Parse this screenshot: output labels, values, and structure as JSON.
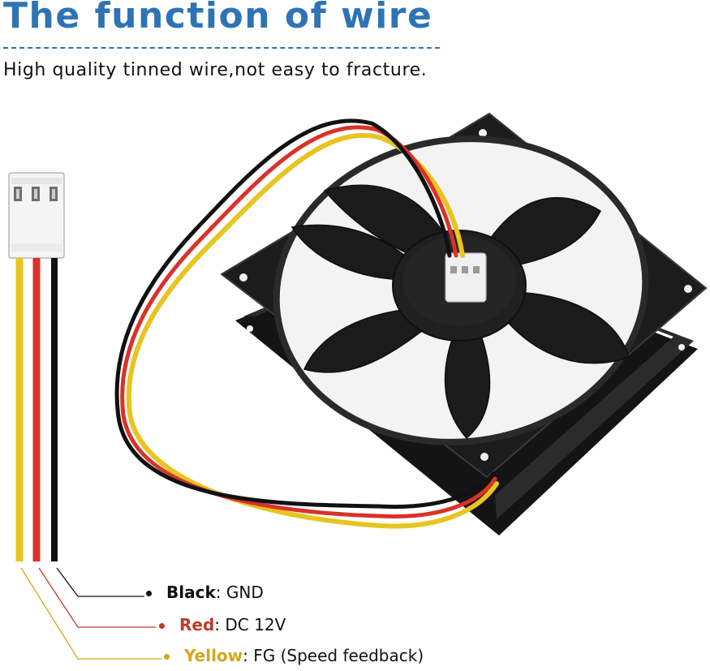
{
  "header": {
    "title": "The function of wire",
    "subtitle": "High quality tinned wire,not easy to fracture."
  },
  "legend": [
    {
      "name": "Black",
      "desc": "GND",
      "color": "#111111"
    },
    {
      "name": "Red",
      "desc": "DC 12V",
      "color": "#c0392b"
    },
    {
      "name": "Yellow",
      "desc": "FG (Speed feedback)",
      "color": "#d4a619"
    }
  ],
  "colors": {
    "title": "#2e74b5",
    "fan_body": "#1a1a1a",
    "wire_black": "#111111",
    "wire_red": "#d9322a",
    "wire_yellow": "#e7c420",
    "connector": "#f2f2f2"
  }
}
